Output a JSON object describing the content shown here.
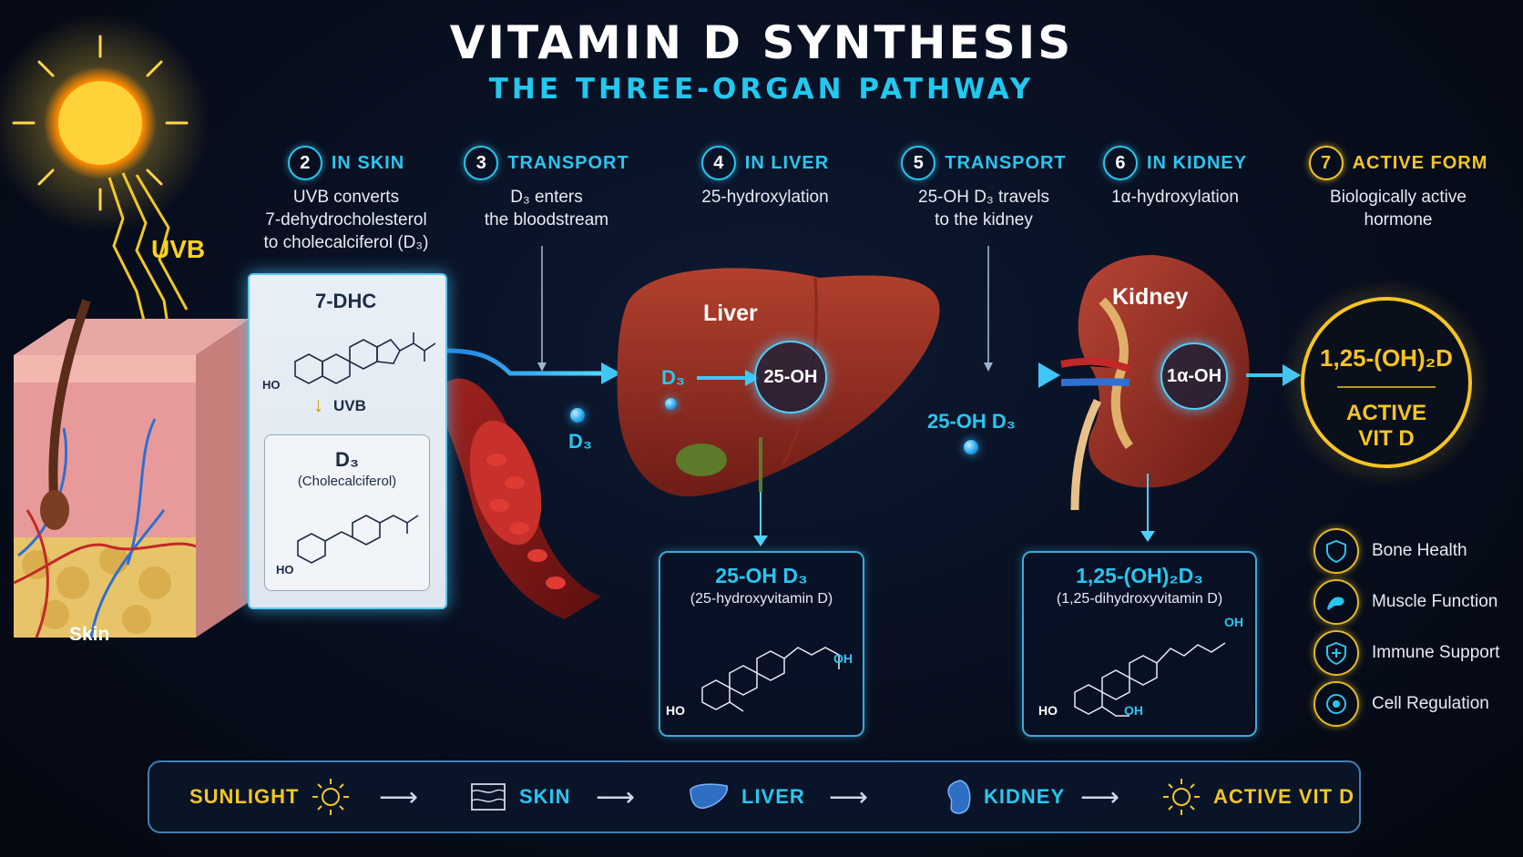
{
  "title": "VITAMIN D SYNTHESIS",
  "subtitle": "THE THREE-ORGAN PATHWAY",
  "sun_label": "UVB",
  "skin_label": "Skin",
  "steps": [
    {
      "num": "2",
      "label": "IN SKIN",
      "desc_lines": [
        "UVB converts",
        "7-dehydrocholesterol",
        "to cholecalciferol (D₃)"
      ]
    },
    {
      "num": "3",
      "label": "TRANSPORT",
      "desc_lines": [
        "D₃ enters",
        "the bloodstream"
      ]
    },
    {
      "num": "4",
      "label": "IN LIVER",
      "desc_lines": [
        "25-hydroxylation"
      ]
    },
    {
      "num": "5",
      "label": "TRANSPORT",
      "desc_lines": [
        "25-OH D₃ travels",
        "to the kidney"
      ]
    },
    {
      "num": "6",
      "label": "IN KIDNEY",
      "desc_lines": [
        "1α-hydroxylation"
      ]
    },
    {
      "num": "7",
      "label": "ACTIVE FORM",
      "desc_lines": [
        "Biologically active",
        "hormone"
      ]
    }
  ],
  "skin_panel": {
    "top_label": "7-DHC",
    "ho": "HO",
    "uvb": "UVB",
    "bottom_label": "D₃",
    "bottom_sub": "(Cholecalciferol)",
    "ho2": "HO"
  },
  "blood_label": "D₃",
  "liver": {
    "label": "Liver",
    "d3": "D₃",
    "node": "25-OH",
    "box_title": "25-OH D₃",
    "box_sub": "(25-hydroxyvitamin D)",
    "ho": "HO",
    "oh": "OH"
  },
  "transport_label": "25-OH D₃",
  "kidney": {
    "label": "Kidney",
    "node": "1α-OH",
    "box_title": "1,25-(OH)₂D₃",
    "box_sub": "(1,25-dihydroxyvitamin D)",
    "ho": "HO",
    "oh1": "OH",
    "oh2": "OH"
  },
  "active": {
    "formula": "1,25-(OH)₂D",
    "line1": "ACTIVE",
    "line2": "VIT D"
  },
  "benefits": [
    {
      "label": "Bone Health",
      "icon": "shield-icon"
    },
    {
      "label": "Muscle Function",
      "icon": "muscle-icon"
    },
    {
      "label": "Immune Support",
      "icon": "shield-plus-icon"
    },
    {
      "label": "Cell Regulation",
      "icon": "cell-icon"
    }
  ],
  "bottom_bar": [
    {
      "label": "SUNLIGHT",
      "icon": "sun-icon",
      "color": "#f3c623"
    },
    {
      "label": "SKIN",
      "icon": "skin-icon",
      "color": "#29c6ef"
    },
    {
      "label": "LIVER",
      "icon": "liver-icon",
      "color": "#29c6ef"
    },
    {
      "label": "KIDNEY",
      "icon": "kidney-icon",
      "color": "#29c6ef"
    },
    {
      "label": "ACTIVE VIT D",
      "icon": "sun-icon",
      "color": "#f3c623"
    }
  ],
  "colors": {
    "accent": "#29c6ef",
    "gold": "#f3c623",
    "background": "#070d1c"
  }
}
